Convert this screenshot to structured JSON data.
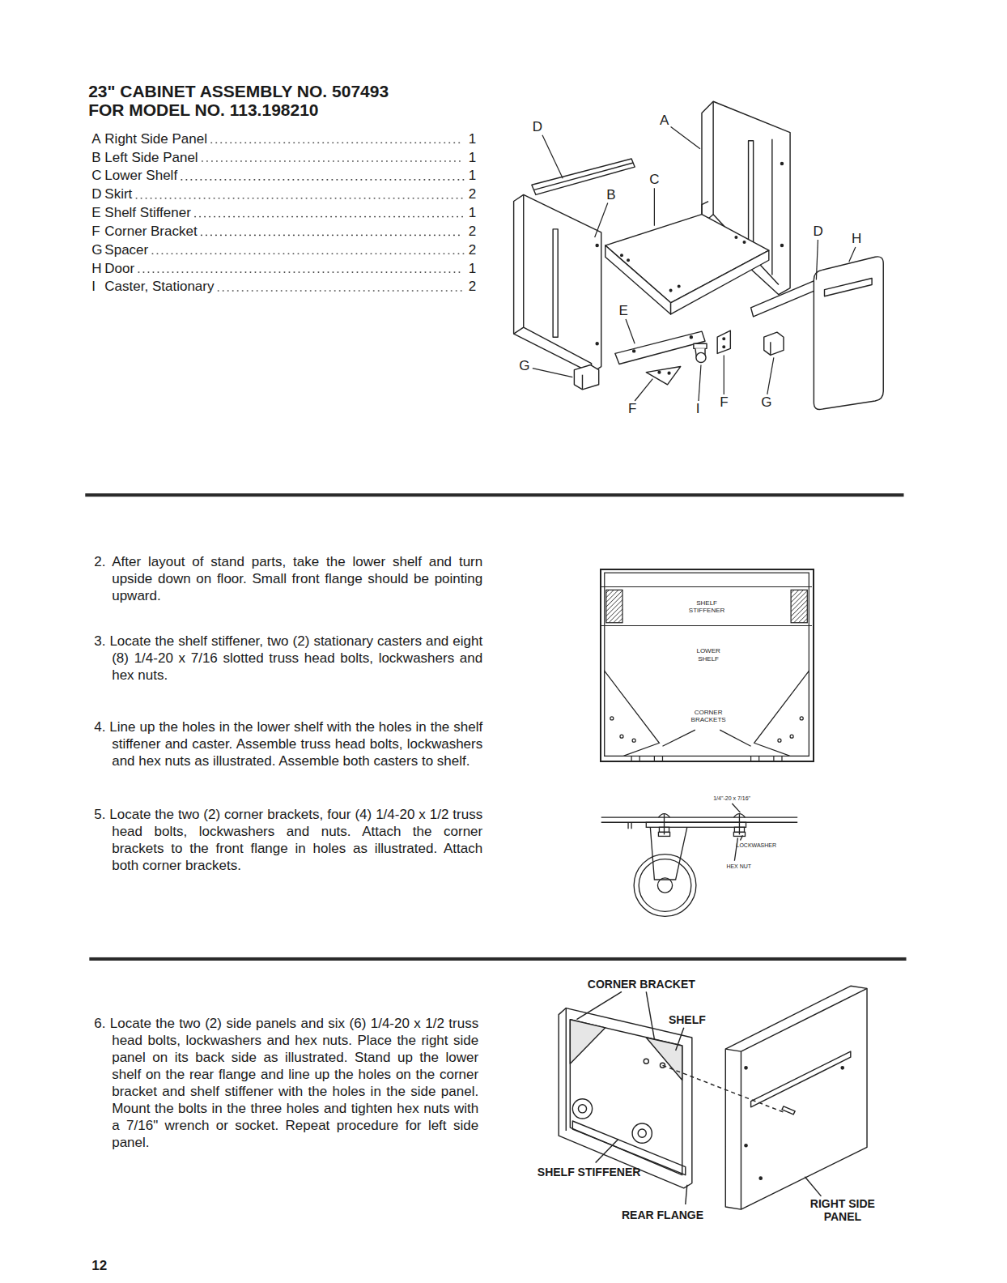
{
  "diagram": {
    "title": "23\" CABINET ASSEMBLY NO. 507493 FOR MODEL NO. 113.198210",
    "nodes": [
      {
        "text": [
          "LOWER SHELF",
          "CORNER BRACKETS"
        ]
      },
      {
        "text": [
          "SHELF STIFFENER"
        ],
        "in": 0
      }
    ],
    "labels": [
      "A",
      "Right Side Panel",
      "1",
      "B",
      "Left Side Panel",
      "1",
      "C",
      "Lower Shelf",
      "1",
      "D",
      "Skirt",
      "2",
      "E",
      "Shelf Stiffener",
      "1",
      "F",
      "Corner Bracket",
      "2",
      "G",
      "Spacer",
      "2",
      "H",
      "Door",
      "1",
      "I",
      "Caster, Stationary",
      "2",
      "D",
      "A",
      "C",
      "B",
      "D",
      "H",
      "E",
      "G",
      "F",
      "I",
      "F",
      "G",
      "2. After layout of stand parts, take the lower shelf and turn upside down on floor. Small front flange should be pointing upward.",
      "3. Locate the shelf stiffener, two (2) stationary casters and eight (8) 1/4-20 x 7/16 slotted truss head bolts, lockwashers and hex nuts.",
      "4. Line up the holes in the lower shelf with the holes in the shelf stiffener and caster. Assemble truss head bolts, lockwashers and hex nuts as illustrated. Assemble both casters to shelf.",
      "5. Locate the two (2) corner brackets, four (4) 1/4-20 x 1/2 truss head bolts, lockwashers and nuts. Attach the corner brackets to the front flange in holes as illustrated. Attach both corner brackets.",
      "1/4\"-20 x 7/16\"",
      "LOCKWASHER",
      "HEX NUT",
      "6. Locate the two (2) side panels and six (6) 1/4-20 x 1/2 truss head bolts, lockwashers and hex nuts. Place the right side panel on its back side as illustrated. Stand up the lower shelf on the rear flange and line up the holes on the corner bracket and shelf stiffener with the holes in the side panel. Mount the bolts in the three holes and tighten hex nuts with a 7/16\" wrench or socket. Repeat procedure for left side panel.",
      "CORNER BRACKET",
      "SHELF",
      "SHELF STIFFENER",
      "REAR FLANGE",
      "RIGHT SIDE PANEL",
      "12"
    ]
  }
}
